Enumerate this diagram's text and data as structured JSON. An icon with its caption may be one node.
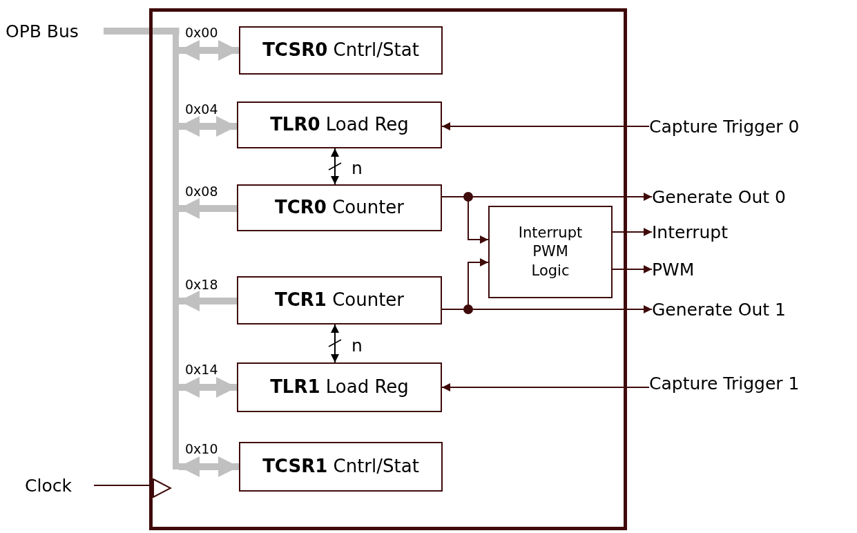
{
  "diagram": {
    "nodes": [
      {
        "text": [],
        "shape": "box"
      },
      {
        "text": [
          "**TCSR0** Cntrl/Stat"
        ],
        "in": 0
      },
      {
        "text": [
          "**TLR0** Load Reg"
        ],
        "in": 0
      },
      {
        "text": [
          "**TCR0** Counter"
        ],
        "in": 0
      },
      {
        "text": [
          "**TCR1** Counter"
        ],
        "in": 0
      },
      {
        "text": [
          "**TLR1** Load Reg"
        ],
        "in": 0
      },
      {
        "text": [
          "**TCSR1** Cntrl/Stat"
        ],
        "in": 0
      },
      {
        "text": [
          "Interrupt PWM Logic"
        ],
        "in": 0
      },
      {
        "text": [
          "OPB Bus"
        ]
      },
      {
        "text": [],
        "shape": "bar",
        "in": 0
      },
      {
        "text": [
          "Capture Trigger 0"
        ]
      },
      {
        "text": [
          "Generate Out 0"
        ]
      },
      {
        "text": [
          "Interrupt"
        ]
      },
      {
        "text": [
          "PWM"
        ]
      },
      {
        "text": [
          "Generate Out 1"
        ]
      },
      {
        "text": [
          "Capture Trigger 1"
        ]
      },
      {
        "text": [
          "Clock"
        ]
      }
    ],
    "edges": [
      {
        "from": 8,
        "to": 9,
        "arrow": "none",
        "style": "thick",
        "color": "#c0c0c0"
      },
      {
        "from": 9,
        "to": 1,
        "arrow": "both",
        "style": "thick",
        "color": "#c0c0c0"
      },
      {
        "from": 9,
        "to": 2,
        "arrow": "both",
        "style": "thick",
        "color": "#c0c0c0"
      },
      {
        "from": 3,
        "to": 9,
        "arrow": "to",
        "style": "thick",
        "color": "#c0c0c0"
      },
      {
        "from": 4,
        "to": 9,
        "arrow": "to",
        "style": "thick",
        "color": "#c0c0c0"
      },
      {
        "from": 9,
        "to": 5,
        "arrow": "both",
        "style": "thick",
        "color": "#c0c0c0"
      },
      {
        "from": 9,
        "to": 6,
        "arrow": "both",
        "style": "thick",
        "color": "#c0c0c0"
      },
      {
        "from": 10,
        "to": 2,
        "arrow": "to"
      },
      {
        "from": 2,
        "to": 3,
        "arrow": "both",
        "label": "n",
        "color": "#000000"
      },
      {
        "from": 3,
        "to": 11,
        "arrow": "to"
      },
      {
        "from": 3,
        "to": 7,
        "arrow": "to"
      },
      {
        "from": 4,
        "to": 7,
        "arrow": "to"
      },
      {
        "from": 4,
        "to": 14,
        "arrow": "to"
      },
      {
        "from": 7,
        "to": 12,
        "arrow": "to"
      },
      {
        "from": 7,
        "to": 13,
        "arrow": "to"
      },
      {
        "from": 4,
        "to": 5,
        "arrow": "both",
        "label": "n",
        "color": "#000000"
      },
      {
        "from": 15,
        "to": 5,
        "arrow": "to"
      },
      {
        "from": 16,
        "to": 0,
        "arrow": "none"
      }
    ],
    "labels": [
      "0x00",
      "0x04",
      "0x08",
      "0x18",
      "0x14",
      "0x10"
    ]
  }
}
